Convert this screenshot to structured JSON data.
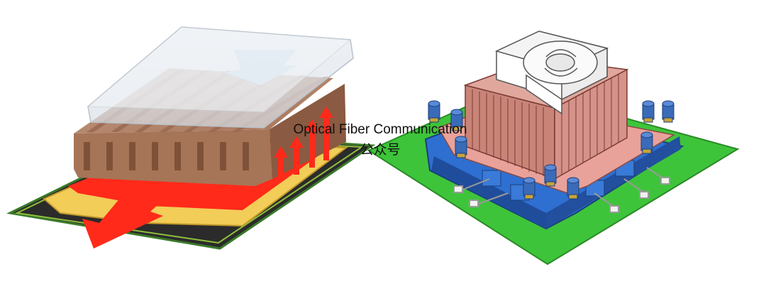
{
  "watermark": {
    "line1": "Optical Fiber Communication",
    "line2": "公众号"
  },
  "colors": {
    "pcb_green": "#3ec43a",
    "substrate_yellow": "#f4d060",
    "heat_red": "#ff2a1a",
    "heatsink_copper": "#b07b60",
    "fan_frame": "#ffffff",
    "clamp_blue": "#2e6fd1",
    "arrow_red": "#ff2a1a",
    "flow_blue": "#a9d7ee"
  },
  "figures": [
    {
      "name": "cross-section-heatsink"
    },
    {
      "name": "heatsink-fan-assembly"
    }
  ]
}
